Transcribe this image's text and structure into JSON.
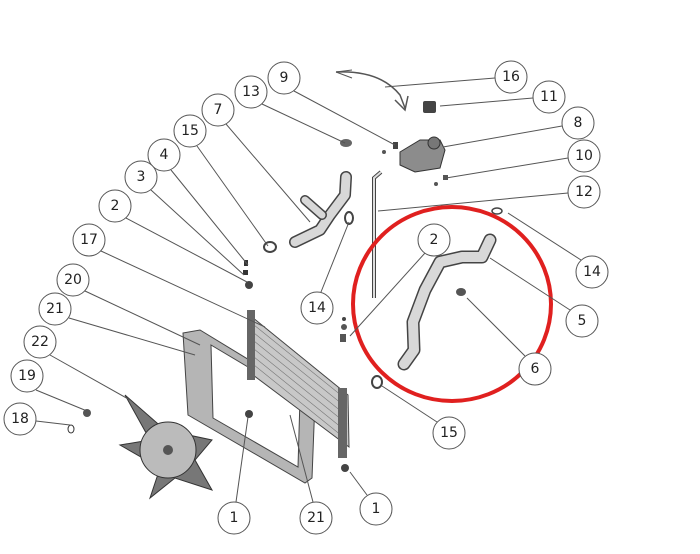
{
  "diagram": {
    "type": "exploded parts diagram - radiator cooling system",
    "highlight_color": "#e0201f",
    "callouts": [
      "16",
      "11",
      "9",
      "13",
      "8",
      "7",
      "15",
      "10",
      "4",
      "3",
      "12",
      "2",
      "17",
      "2",
      "14",
      "20",
      "14",
      "21",
      "5",
      "22",
      "6",
      "19",
      "15",
      "18",
      "1",
      "21",
      "1"
    ]
  }
}
